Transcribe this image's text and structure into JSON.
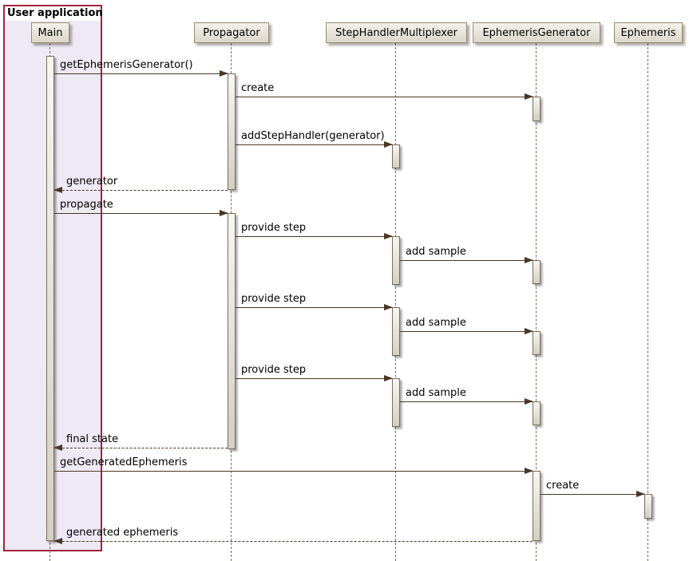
{
  "frame": {
    "title": "User application"
  },
  "participants": [
    {
      "name": "Main"
    },
    {
      "name": "Propagator"
    },
    {
      "name": "StepHandlerMultiplexer"
    },
    {
      "name": "EphemerisGenerator"
    },
    {
      "name": "Ephemeris"
    }
  ],
  "messages": [
    {
      "label": "getEphemerisGenerator()",
      "from": "Main",
      "to": "Propagator",
      "kind": "call"
    },
    {
      "label": "create",
      "from": "Propagator",
      "to": "EphemerisGenerator",
      "kind": "call"
    },
    {
      "label": "addStepHandler(generator)",
      "from": "Propagator",
      "to": "StepHandlerMultiplexer",
      "kind": "call"
    },
    {
      "label": "generator",
      "from": "Propagator",
      "to": "Main",
      "kind": "return"
    },
    {
      "label": "propagate",
      "from": "Main",
      "to": "Propagator",
      "kind": "call"
    },
    {
      "label": "provide step",
      "from": "Propagator",
      "to": "StepHandlerMultiplexer",
      "kind": "call"
    },
    {
      "label": "add sample",
      "from": "StepHandlerMultiplexer",
      "to": "EphemerisGenerator",
      "kind": "call"
    },
    {
      "label": "provide step",
      "from": "Propagator",
      "to": "StepHandlerMultiplexer",
      "kind": "call"
    },
    {
      "label": "add sample",
      "from": "StepHandlerMultiplexer",
      "to": "EphemerisGenerator",
      "kind": "call"
    },
    {
      "label": "provide step",
      "from": "Propagator",
      "to": "StepHandlerMultiplexer",
      "kind": "call"
    },
    {
      "label": "add sample",
      "from": "StepHandlerMultiplexer",
      "to": "EphemerisGenerator",
      "kind": "call"
    },
    {
      "label": "final state",
      "from": "Propagator",
      "to": "Main",
      "kind": "return"
    },
    {
      "label": "getGeneratedEphemeris",
      "from": "Main",
      "to": "EphemerisGenerator",
      "kind": "call"
    },
    {
      "label": "create",
      "from": "EphemerisGenerator",
      "to": "Ephemeris",
      "kind": "call"
    },
    {
      "label": "generated ephemeris",
      "from": "EphemerisGenerator",
      "to": "Main",
      "kind": "return"
    }
  ],
  "colors": {
    "frame_border": "#a0253c",
    "frame_fill": "#eee9f5",
    "frame_title_bg": "#ffffff",
    "participant_fill_top": "#f4f1eb",
    "participant_fill_bottom": "#dcd6ca",
    "participant_border": "#9a8c72",
    "lifeline": "#7e6c58",
    "arrow": "#4a3826",
    "activation_fill_top": "#f8f6f1",
    "activation_fill_bottom": "#d5cfc2",
    "activation_border": "#776c5c",
    "text": "#000000",
    "page_bg": "#ffffff"
  }
}
